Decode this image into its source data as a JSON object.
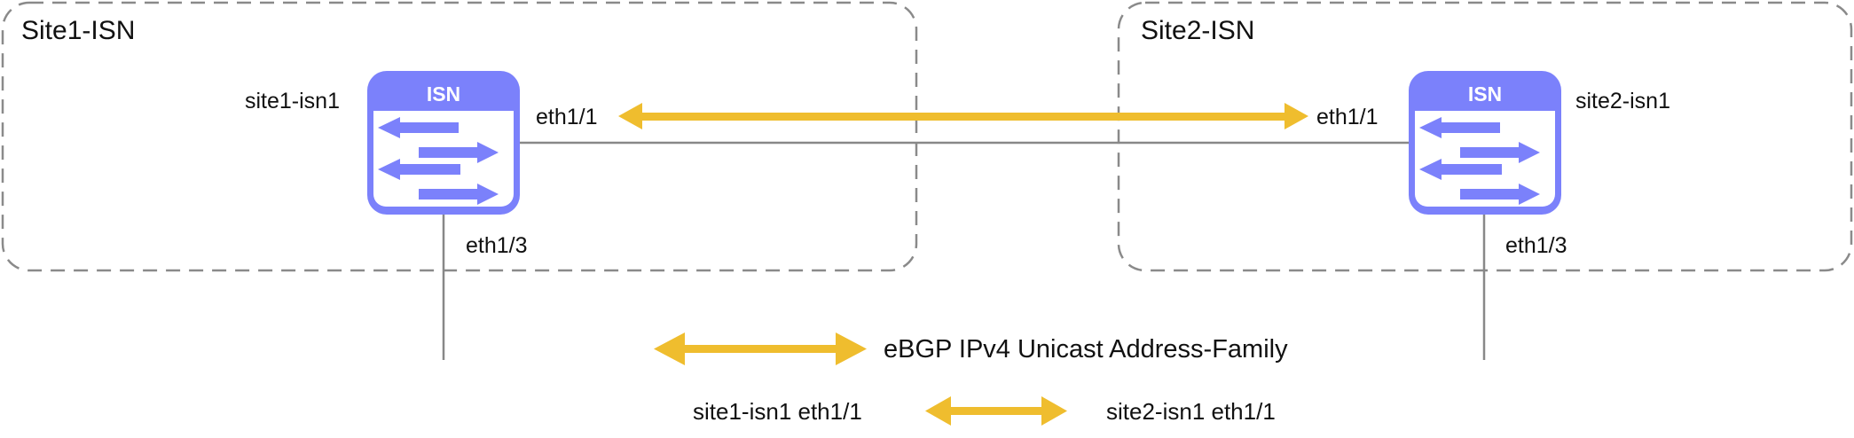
{
  "colors": {
    "device": "#7b81fb",
    "bgp_arrow": "#efbd2e",
    "link": "#888888",
    "site_border": "#8a8a8a"
  },
  "sites": [
    {
      "title": "Site1-ISN",
      "device": {
        "name": "site1-isn1",
        "badge": "ISN",
        "icon": "switch-icon",
        "ports": {
          "uplink": "eth1/1",
          "downlink": "eth1/3"
        }
      }
    },
    {
      "title": "Site2-ISN",
      "device": {
        "name": "site2-isn1",
        "badge": "ISN",
        "icon": "switch-icon",
        "ports": {
          "uplink": "eth1/1",
          "downlink": "eth1/3"
        }
      }
    }
  ],
  "legend": {
    "title": "eBGP IPv4 Unicast Address-Family",
    "peer_left": "site1-isn1 eth1/1",
    "peer_right": "site2-isn1 eth1/1"
  }
}
